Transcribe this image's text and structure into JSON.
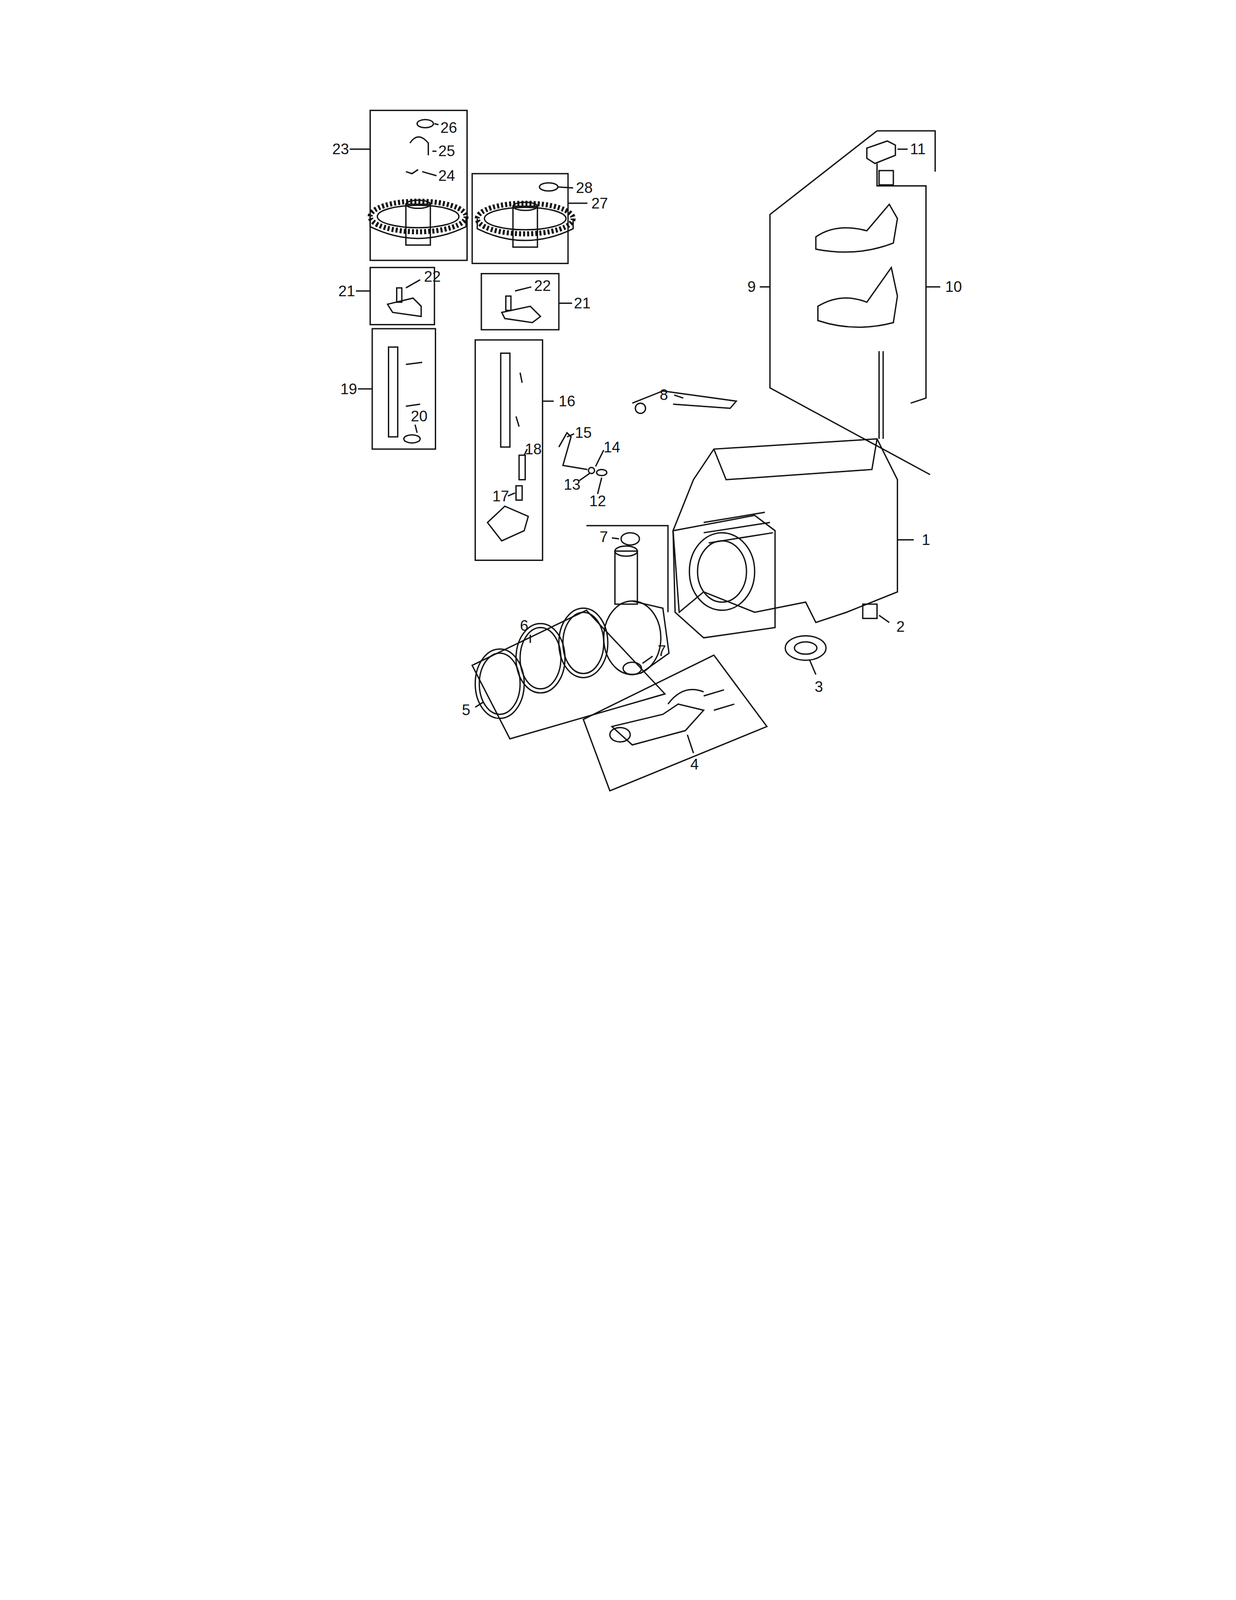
{
  "diagram": {
    "labels": [
      "26",
      "23",
      "11",
      "25",
      "24",
      "28",
      "27",
      "22",
      "22",
      "9",
      "10",
      "21",
      "21",
      "19",
      "8",
      "16",
      "20",
      "15",
      "14",
      "18",
      "13",
      "17",
      "12",
      "7",
      "1",
      "6",
      "2",
      "7",
      "3",
      "5",
      "4"
    ]
  }
}
